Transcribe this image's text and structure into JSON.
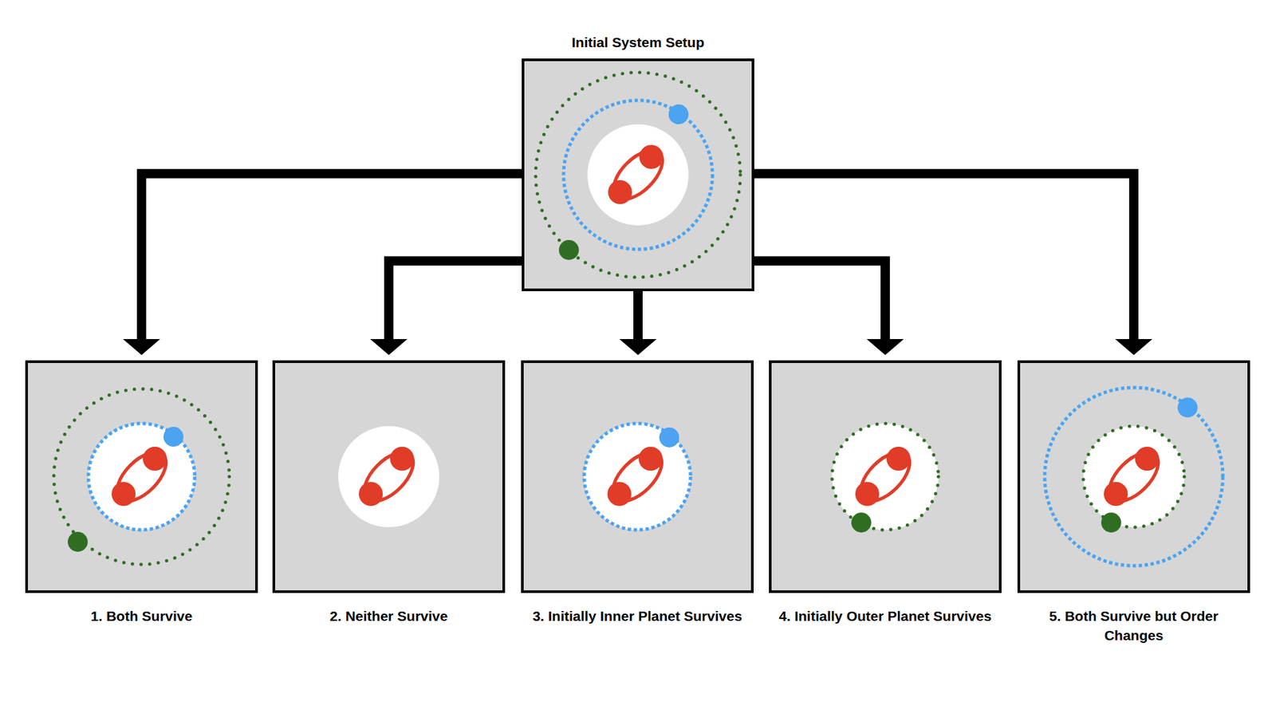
{
  "diagram": {
    "nodes": [
      {
        "text": [
          "Initial System Setup"
        ]
      },
      {
        "text": [
          "1. Both Survive"
        ]
      },
      {
        "text": [
          "2. Neither Survive"
        ]
      },
      {
        "text": [
          "3. Initially Inner Planet Survives"
        ]
      },
      {
        "text": [
          "4. Initially Outer Planet Survives"
        ]
      },
      {
        "text": [
          "5. Both Survive but Order Changes"
        ]
      }
    ],
    "edges": [
      {
        "from": 0,
        "to": 1,
        "arrow": "to"
      },
      {
        "from": 0,
        "to": 2,
        "arrow": "to"
      },
      {
        "from": 0,
        "to": 3,
        "arrow": "to"
      },
      {
        "from": 0,
        "to": 4,
        "arrow": "to"
      },
      {
        "from": 0,
        "to": 5,
        "arrow": "to"
      }
    ]
  }
}
